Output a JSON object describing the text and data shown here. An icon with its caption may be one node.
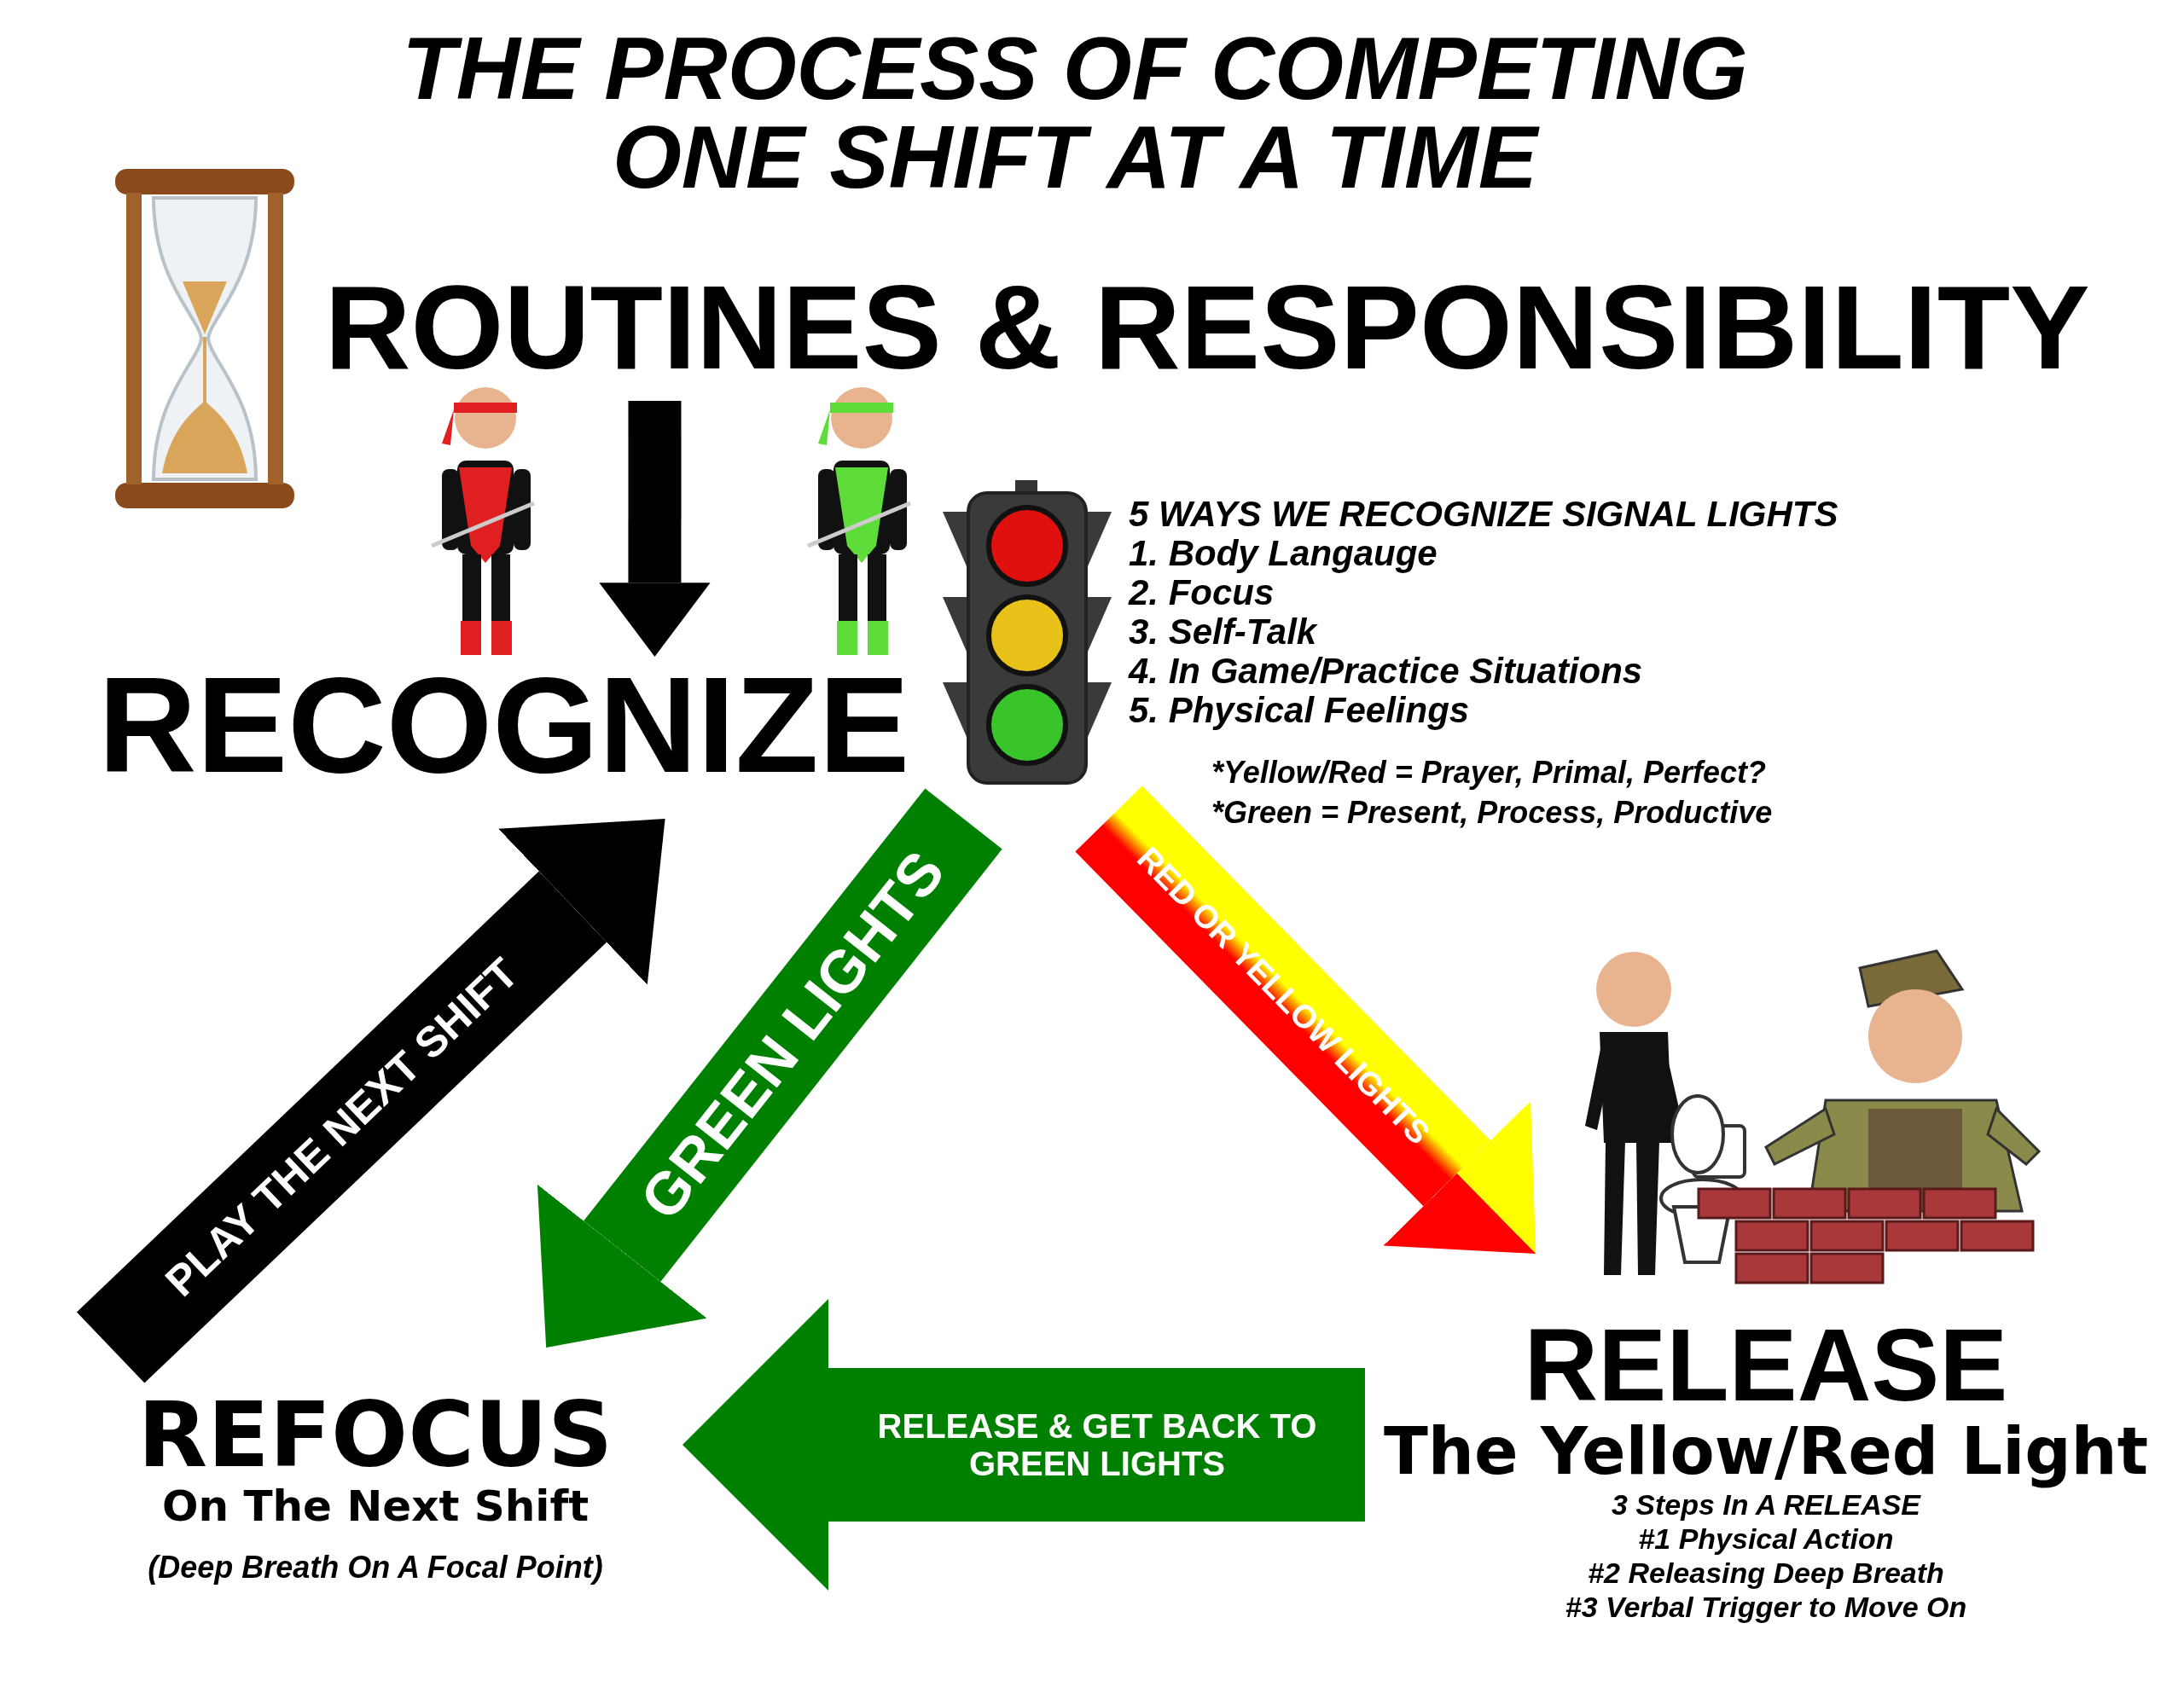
{
  "diagram": {
    "title": "THE PROCESS OF COMPETING ONE SHIFT AT A TIME",
    "nodes": [
      {
        "text": [
          "ROUTINES & RESPONSIBILITY"
        ]
      },
      {
        "text": [
          "RECOGNIZE"
        ]
      },
      {
        "text": [
          "REFOCUS",
          "On The Next Shift",
          "(Deep Breath On A Focal Point)"
        ]
      },
      {
        "text": [
          "RELEASE",
          "The Yellow/Red Light",
          "3 Steps In A RELEASE",
          "#1 Physical Action",
          "#2 Releasing Deep Breath",
          "#3 Verbal Trigger to Move On"
        ]
      }
    ],
    "edges": [
      {
        "from": 0,
        "to": 1,
        "arrow": "to",
        "color": "#000000"
      },
      {
        "from": 1,
        "to": 2,
        "arrow": "to",
        "label": "GREEN LIGHTS",
        "color": "#008000"
      },
      {
        "from": 1,
        "to": 3,
        "arrow": "to",
        "label": "RED OR YELLOW LIGHTS",
        "color": "#ff0000"
      },
      {
        "from": 3,
        "to": 2,
        "arrow": "to",
        "label": "RELEASE & GET BACK TO GREEN LIGHTS",
        "color": "#008000"
      },
      {
        "from": 2,
        "to": 1,
        "arrow": "to",
        "label": "PLAY THE NEXT SHIFT",
        "color": "#000000"
      }
    ],
    "labels": [
      "5 WAYS WE RECOGNIZE SIGNAL LIGHTS",
      "1. Body Langauge",
      "2. Focus",
      "3. Self-Talk",
      "4. In Game/Practice Situations",
      "5. Physical Feelings",
      "*Yellow/Red = Prayer, Primal, Perfect?",
      "*Green = Present, Process, Productive"
    ]
  }
}
